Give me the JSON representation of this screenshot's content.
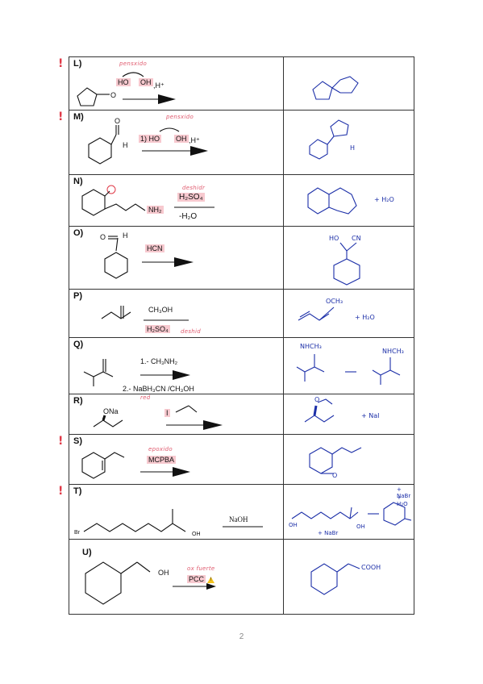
{
  "page_number": "2",
  "rows": [
    {
      "label": "L)",
      "note": "pensxido",
      "reagents": [
        "HO",
        "OH",
        ",H⁺"
      ],
      "answer": ""
    },
    {
      "label": "M)",
      "note": "pensxido",
      "reagents": [
        "1) HO",
        "OH",
        ",H⁺"
      ],
      "answer": "H"
    },
    {
      "label": "N)",
      "note": "deshidr",
      "reagents": [
        "H₂SO₄",
        "-H₂O",
        "NH₂"
      ],
      "answer": "+ H₂O"
    },
    {
      "label": "O)",
      "note": "",
      "reagents": [
        "HCN",
        "H"
      ],
      "answer_labels": [
        "HO",
        "CN"
      ]
    },
    {
      "label": "P)",
      "note": "deshid",
      "reagents": [
        "CH₃OH",
        "H₂SO₄"
      ],
      "answer_labels": [
        "OCH₃",
        "+ H₂O"
      ]
    },
    {
      "label": "Q)",
      "note": "red",
      "reagents": [
        "1.- CH₃NH₂",
        "2.- NaBH₃CN /CH₃OH"
      ],
      "answer_labels": [
        "NHCH₃",
        "NHCH₃"
      ]
    },
    {
      "label": "R)",
      "note": "",
      "reagents": [
        "ONa",
        "I"
      ],
      "answer_labels": [
        "O",
        "+ NaI"
      ]
    },
    {
      "label": "S)",
      "note": "epoxido",
      "reagents": [
        "MCPBA"
      ],
      "answer_labels": [
        "O"
      ]
    },
    {
      "label": "T)",
      "note": "",
      "reagents": [
        "NaOH",
        "Br",
        "OH"
      ],
      "answer_labels": [
        "OH",
        "OH",
        "+ NaBr",
        "+ NaBr",
        "+ H₂O"
      ]
    },
    {
      "label": "U)",
      "note": "ox fuerte",
      "reagents": [
        "OH",
        "PCC"
      ],
      "answer_labels": [
        "COOH"
      ]
    }
  ]
}
